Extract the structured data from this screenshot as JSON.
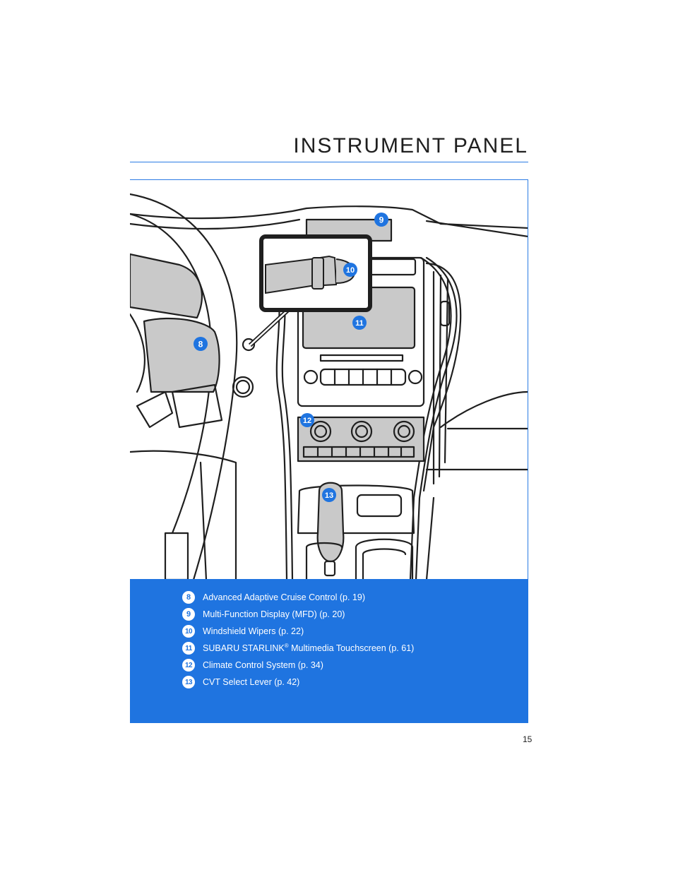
{
  "header": {
    "title": "INSTRUMENT PANEL"
  },
  "figure": {
    "callouts": [
      {
        "id": "8",
        "label": "8"
      },
      {
        "id": "9",
        "label": "9"
      },
      {
        "id": "10",
        "label": "10"
      },
      {
        "id": "11",
        "label": "11"
      },
      {
        "id": "12",
        "label": "12"
      },
      {
        "id": "13",
        "label": "13"
      }
    ]
  },
  "legend": {
    "items": [
      {
        "num": "8",
        "text": "Advanced Adaptive Cruise Control (p. 19)"
      },
      {
        "num": "9",
        "text": "Multi-Function Display (MFD) (p. 20)"
      },
      {
        "num": "10",
        "text": "Windshield Wipers (p. 22)"
      },
      {
        "num": "11",
        "text_before": "SUBARU STARLINK",
        "reg": "®",
        "text_after": " Multimedia Touchscreen (p. 61)"
      },
      {
        "num": "12",
        "text": "Climate Control System (p. 34)"
      },
      {
        "num": "13",
        "text": "CVT Select Lever (p. 42)"
      }
    ]
  },
  "footer": {
    "page_number": "15"
  },
  "colors": {
    "accent": "#1f74e0",
    "panel_gray": "#c9c9c9",
    "ink": "#1f1f1f"
  }
}
